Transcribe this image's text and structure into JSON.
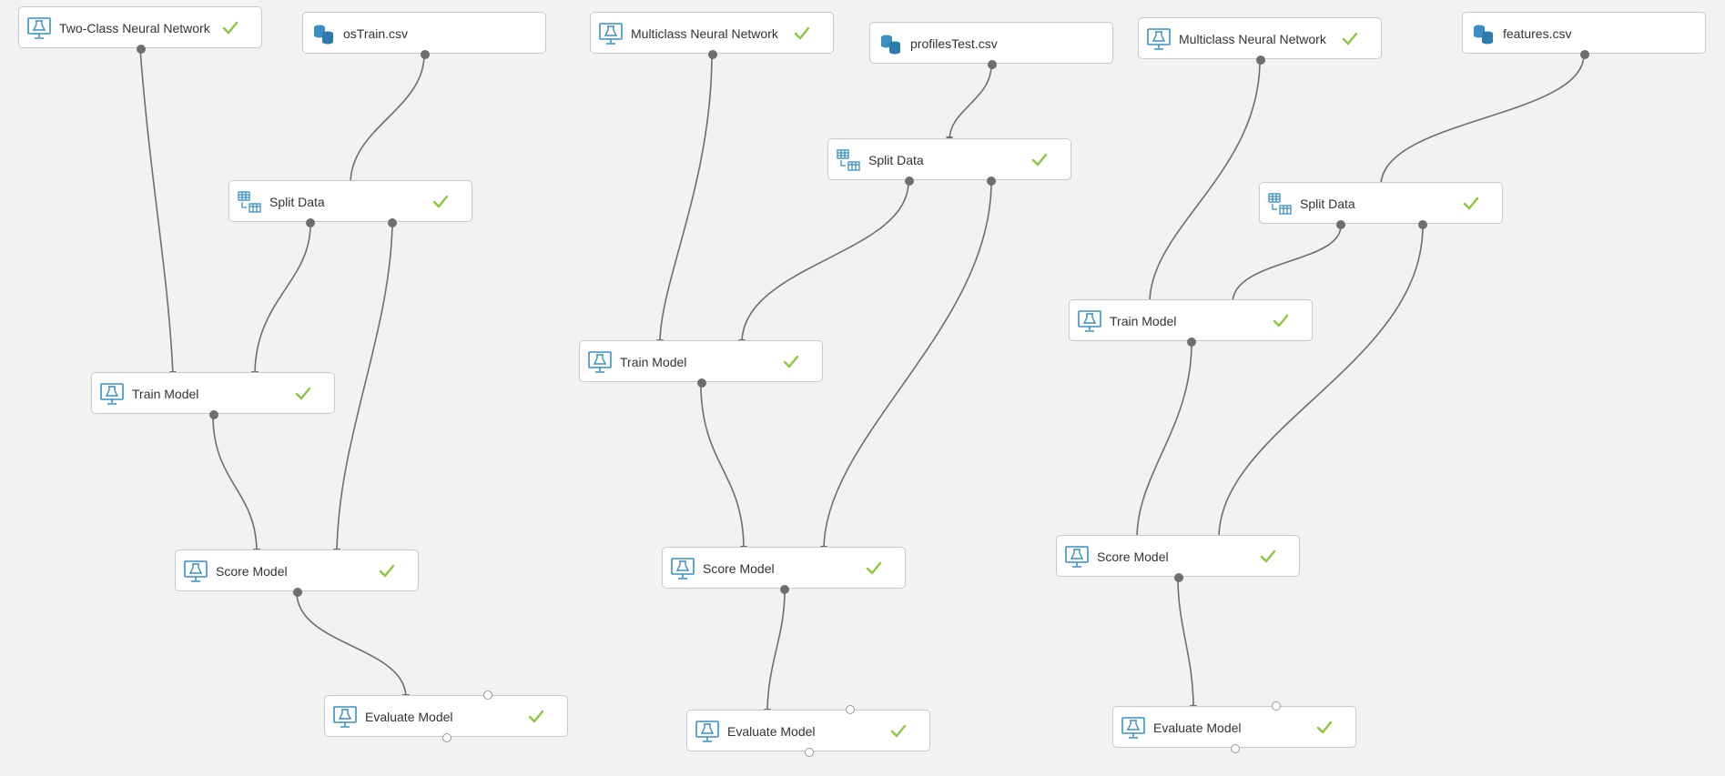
{
  "canvas": {
    "background": "#f2f2f2",
    "check_color": "#8cc63f",
    "icon_color": "#3a8fc3",
    "wire_color": "#6e6e6e"
  },
  "modules": {
    "two_class_nn": {
      "label": "Two-Class Neural Network",
      "icon": "model-flask-icon",
      "status": "completed"
    },
    "ostrain_csv": {
      "label": "osTrain.csv",
      "icon": "dataset-icon",
      "status": "none"
    },
    "split_data_1": {
      "label": "Split Data",
      "icon": "split-data-icon",
      "status": "completed"
    },
    "train_model_1": {
      "label": "Train Model",
      "icon": "model-flask-icon",
      "status": "completed"
    },
    "score_model_1": {
      "label": "Score Model",
      "icon": "model-flask-icon",
      "status": "completed"
    },
    "evaluate_model_1": {
      "label": "Evaluate Model",
      "icon": "model-flask-icon",
      "status": "completed"
    },
    "multiclass_nn_1": {
      "label": "Multiclass Neural Network",
      "icon": "model-flask-icon",
      "status": "completed"
    },
    "profilestest_csv": {
      "label": "profilesTest.csv",
      "icon": "dataset-icon",
      "status": "none"
    },
    "split_data_2": {
      "label": "Split Data",
      "icon": "split-data-icon",
      "status": "completed"
    },
    "train_model_2": {
      "label": "Train Model",
      "icon": "model-flask-icon",
      "status": "completed"
    },
    "score_model_2": {
      "label": "Score Model",
      "icon": "model-flask-icon",
      "status": "completed"
    },
    "evaluate_model_2": {
      "label": "Evaluate Model",
      "icon": "model-flask-icon",
      "status": "completed"
    },
    "multiclass_nn_2": {
      "label": "Multiclass Neural Network",
      "icon": "model-flask-icon",
      "status": "completed"
    },
    "features_csv": {
      "label": "features.csv",
      "icon": "dataset-icon",
      "status": "none"
    },
    "split_data_3": {
      "label": "Split Data",
      "icon": "split-data-icon",
      "status": "completed"
    },
    "train_model_3": {
      "label": "Train Model",
      "icon": "model-flask-icon",
      "status": "completed"
    },
    "score_model_3": {
      "label": "Score Model",
      "icon": "model-flask-icon",
      "status": "completed"
    },
    "evaluate_model_3": {
      "label": "Evaluate Model",
      "icon": "model-flask-icon",
      "status": "completed"
    }
  }
}
